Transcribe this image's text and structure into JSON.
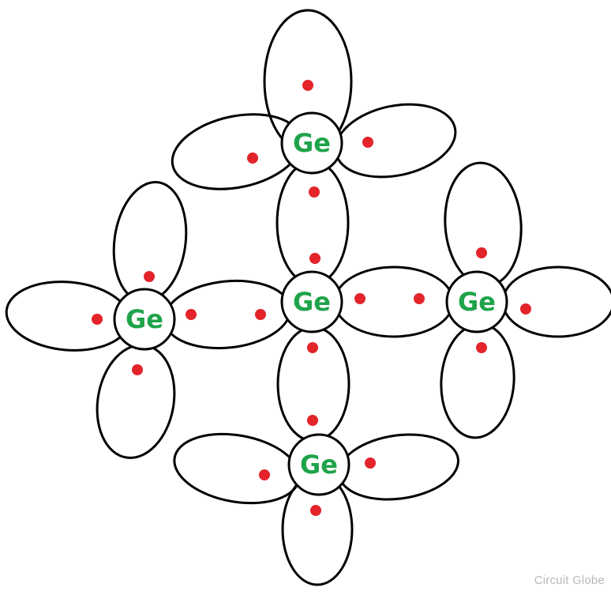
{
  "colors": {
    "line": "#000000",
    "atom_fill": "#ffffff",
    "atom_label": "#1fa34a",
    "electron": "#e3242b",
    "watermark": "#b9b9b9"
  },
  "atoms": [
    {
      "id": "top",
      "label": "Ge"
    },
    {
      "id": "left",
      "label": "Ge"
    },
    {
      "id": "center",
      "label": "Ge"
    },
    {
      "id": "right",
      "label": "Ge"
    },
    {
      "id": "bottom",
      "label": "Ge"
    }
  ],
  "watermark": "Circuit Globe"
}
